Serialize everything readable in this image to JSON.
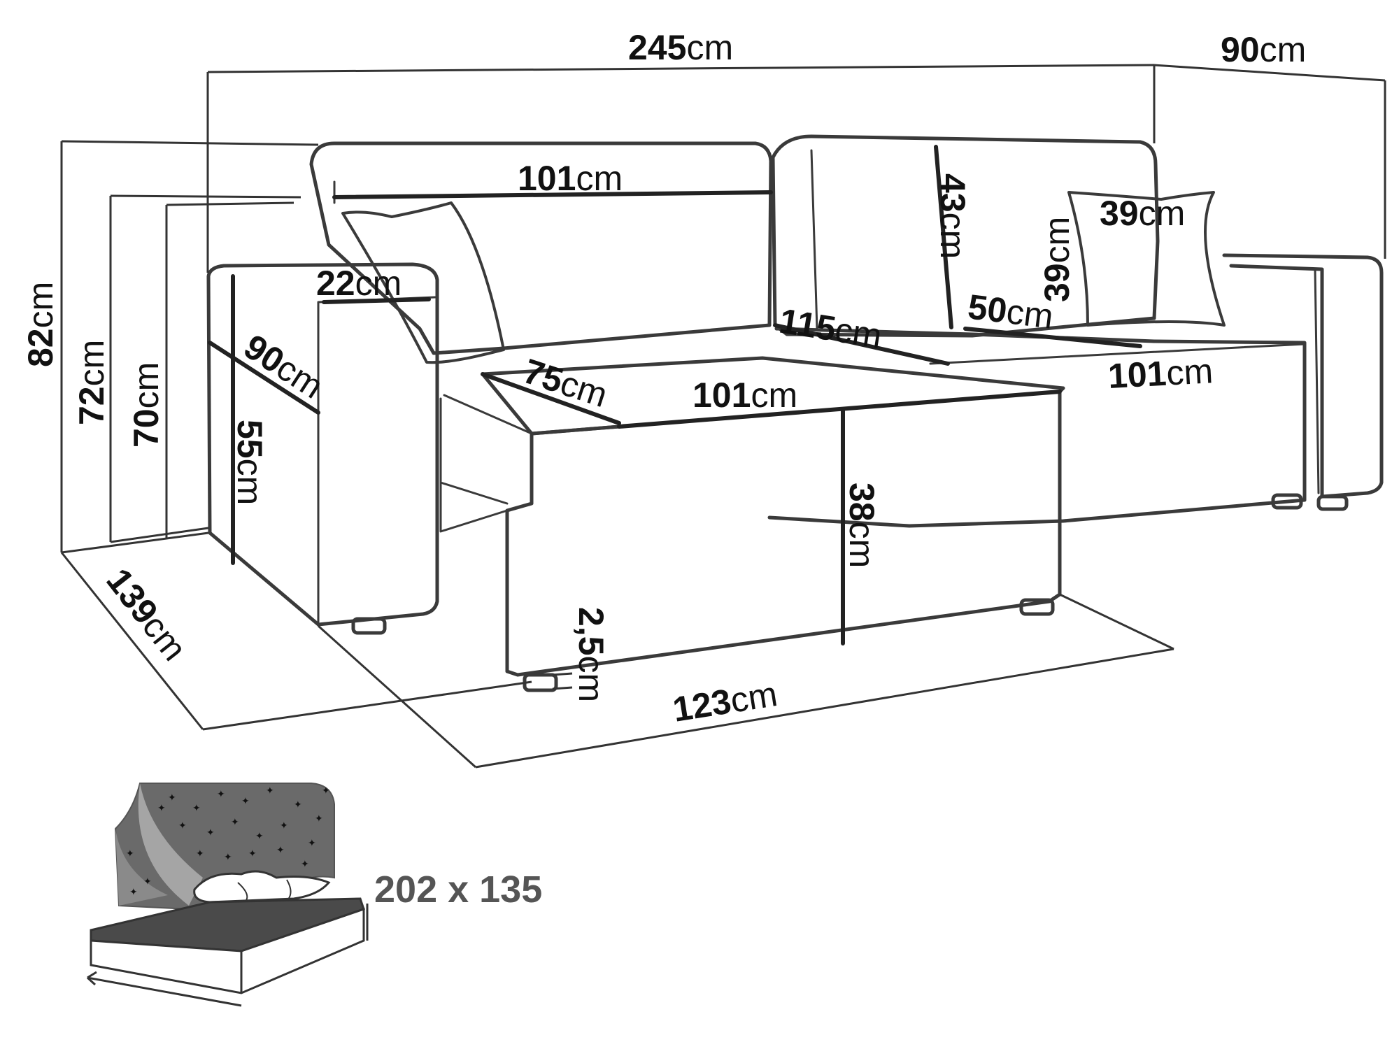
{
  "dimensions": {
    "total_width": {
      "value": "245",
      "unit": "cm"
    },
    "chaise_depth": {
      "value": "90",
      "unit": "cm"
    },
    "back_cushion_width_left": {
      "value": "101",
      "unit": "cm"
    },
    "back_cushion_height": {
      "value": "43",
      "unit": "cm"
    },
    "pillow_width": {
      "value": "39",
      "unit": "cm"
    },
    "pillow_height": {
      "value": "39",
      "unit": "cm"
    },
    "armrest_width": {
      "value": "22",
      "unit": "cm"
    },
    "seat_depth_right": {
      "value": "50",
      "unit": "cm"
    },
    "chaise_length": {
      "value": "115",
      "unit": "cm"
    },
    "armrest_depth": {
      "value": "90",
      "unit": "cm"
    },
    "ottoman_depth": {
      "value": "75",
      "unit": "cm"
    },
    "ottoman_width": {
      "value": "101",
      "unit": "cm"
    },
    "seat_width_right": {
      "value": "101",
      "unit": "cm"
    },
    "total_height": {
      "value": "82",
      "unit": "cm"
    },
    "back_height": {
      "value": "72",
      "unit": "cm"
    },
    "arm_height": {
      "value": "70",
      "unit": "cm"
    },
    "arm_side_height": {
      "value": "55",
      "unit": "cm"
    },
    "seat_height": {
      "value": "38",
      "unit": "cm"
    },
    "leg_height": {
      "value": "2,5",
      "unit": "cm"
    },
    "total_depth": {
      "value": "139",
      "unit": "cm"
    },
    "front_width": {
      "value": "123",
      "unit": "cm"
    }
  },
  "bed": {
    "label": "202 x 135",
    "icon": "sleeping-bed-icon"
  },
  "colors": {
    "line": "#333333",
    "dim_line": "#222222",
    "icon_fill": "#6a6a6a"
  }
}
